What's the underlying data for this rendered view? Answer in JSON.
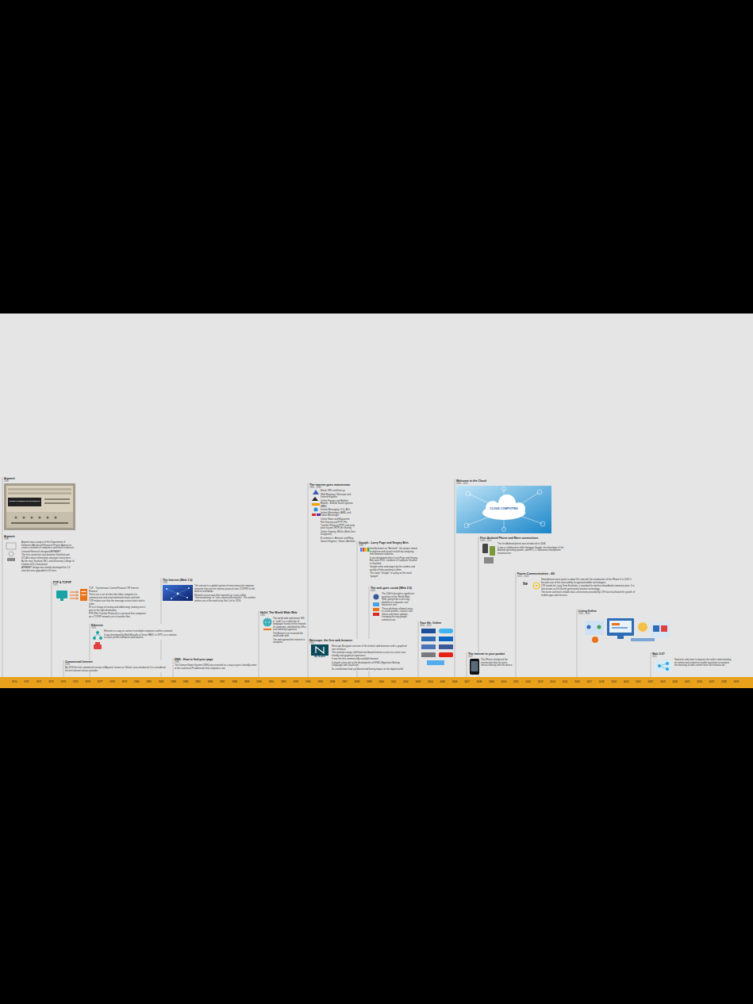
{
  "diagram": {
    "nodes": [
      {
        "text": [
          "Arpanet",
          "1969"
        ]
      },
      {
        "text": [
          "Arpanet",
          "1969",
          "Arpanet was a project of the Department of Defense's Advanced Research Project Agency to create a network of computers and share resources.",
          "Leonard Kleinrock designed ARPANET.",
          "The first connection was between Stanford and UCLA to share information amongst researchers.",
          "By the end, Stanford, MIT, and University College of London (UCL) had joined.",
          "ARPANET design was initially developed for 2-4 sites but was upgraded to 50 sites."
        ]
      },
      {
        "text": [
          "FTP & TCP/IP",
          "1971",
          "TCP - Transmission Control Protocol / IP Internet Protocol",
          "These are a set of rules that allow computers to communicate and send information back and forth.",
          "TCP makes sure that the message arrives intact and in order.",
          "IP is in charge of routing and addressing, making sure it gets to the right destination.",
          "FTP (File Transfer Protocol) is a protocol that computers on a TCP/IP network use to transfer files."
        ]
      },
      {
        "text": [
          "Ethernet",
          "1973",
          "Ethernet is a way to connect to multiple computers within a network.",
          "It was developed by Bob Metcalfe at Xerox PARC in 1973, as a solution to share printers between workstations."
        ]
      },
      {
        "text": [
          "Commercial Internet",
          "1974",
          "By 1974 the first commercial version of Arpanet, known as Telenet, was introduced. It is considered the first internet service provider."
        ]
      },
      {
        "text": [
          "The Internet (Web 1.0)",
          "1983",
          "The internet is a global system of interconnected computer networks that use the internet protocol suite (TCP/IP) to link devices worldwide.",
          "Network access was then opened up; it was called \"internetworking\" or \"inter-connected networks\". The earliest written use of the word is by Vint Cerf in 1974."
        ]
      },
      {
        "text": [
          "DNS - How to find your page",
          "1984",
          "The Domain Name System (DNS) was invented as a way to give a friendly name to the numerical IP addresses that computers use."
        ]
      },
      {
        "text": [
          "Hello! The World Wide Web",
          "1990",
          "The world wide web (www, W3, or \"web\") is a collection of webpages found on this network of computers, identified by URLs and linked by hypertext.",
          "Tim Berners-Lee invented the world wide web.",
          "The web opened the internet to everyone."
        ]
      },
      {
        "text": [
          "The internet goes mainstream",
          "1995 – 1998",
          "Email, ISPs and Dial-up",
          "Web Browsing: Netscape and Internet Explorer",
          "Online Forums and Bulletin Boards - Bulletin board systems (BBS)",
          "Instant Messaging: ICQ, AOL Instant Messenger (AIM), and Yahoo Messenger",
          "Online News and Magazines",
          "File Sharing and FTP: File Transfer Protocol (FTP) and early peer-to-peer (P2P) file sharing",
          "Online Gaming: MUDs (Multi-User Dungeons)",
          "E-commerce: Amazon and Ebay",
          "Search Engines: Yahoo!, AltaVista"
        ]
      },
      {
        "text": [
          "Netscape, the first web browser",
          "1994",
          "Netscape Navigator was one of the earliest web browsers with a graphical user interface.",
          "This marked a major shift from text-based internet access to a more user-friendly and graphical experience.",
          "It was the first commercially available browser.",
          "It played a key role in the development of HTML (Hypertext Markup Language) and JavaScript.",
          "Its contributions had a profound and lasting impact on the digital world."
        ]
      },
      {
        "text": [
          "Google - Larry Page and Sergey Brin",
          "1998",
          "Initially known as \"Backrub\", this project aimed to improve web search results by analyzing links between websites.",
          "It was developed when Larry Page and Sergey Brin were Ph.D. students in Computer Science at Stanford.",
          "Google ranks web pages by the number and quality of links pointing to them.",
          "The name \"Google\" is a play on the word \"googol\"."
        ]
      },
      {
        "text": [
          "The web goes social (Web 2.0)",
          "2004",
          "The 2000's brought a significant evolution of the World Wide Web, going from a one-way platform to a dynamic and interactive one.",
          "These platforms allowed users to create profiles, connect with others and share updates, changing the way people communicate."
        ]
      },
      {
        "text": [
          "Your life, Online",
          "2003 – 2010"
        ]
      },
      {
        "text": [
          "Welcome to the Cloud",
          "2006 – 2010"
        ]
      },
      {
        "text": [
          "First Android Phone and More connections",
          "2008 – 2012",
          "The first Android phone was introduced in 2008.",
          "It was a collaborative effort between Google, the developer of the Android operating system, and HTC, a Taiwanese smartphone manufacturer."
        ]
      },
      {
        "text": [
          "Faster Communication - 4G",
          "2011 – 2016",
          "Smartphones were quick to adopt 4G, and with the introduction of the iPhone 5 in 2012 it became one of the most widely recognised mobile technologies.",
          "LTE stands for Long-Term Evolution, a standard for wireless broadband communication. It is also known as 4G (fourth generation) wireless technology.",
          "The faster and more reliable data connections provided by LTE have facilitated the growth of mobile apps and services."
        ]
      },
      {
        "text": [
          "The internet in your pocket",
          "2007",
          "The iPhone introduced the touchscreen that let users interact directly with the device."
        ]
      },
      {
        "text": [
          "Living Online",
          "2016 – 2020"
        ]
      },
      {
        "text": [
          "Web 3.0?",
          "2021",
          "Semantic web aims to improve the web's understanding of content and context to enable machines to interpret the meaning of web content more like humans do."
        ]
      }
    ],
    "labels": [
      "INTERFACE MESSAGE PROCESSOR",
      "CLOUD COMPUTING",
      "NETSCAPE",
      "lte",
      "1970",
      "1971",
      "1972",
      "1973",
      "1974",
      "1975",
      "1976",
      "1977",
      "1978",
      "1979",
      "1980",
      "1981",
      "1982",
      "1983",
      "1984",
      "1985",
      "1986",
      "1987",
      "1988",
      "1989",
      "1990",
      "1991",
      "1992",
      "1993",
      "1994",
      "1995",
      "1996",
      "1997",
      "1998",
      "1999",
      "2000",
      "2001",
      "2002",
      "2003",
      "2004",
      "2005",
      "2006",
      "2007",
      "2008",
      "2009",
      "2010",
      "2011",
      "2012",
      "2013",
      "2014",
      "2015",
      "2016",
      "2017",
      "2018",
      "2019",
      "2020",
      "2021",
      "2022",
      "2023",
      "2024",
      "2025",
      "2026",
      "2027",
      "2028",
      "2029"
    ]
  }
}
